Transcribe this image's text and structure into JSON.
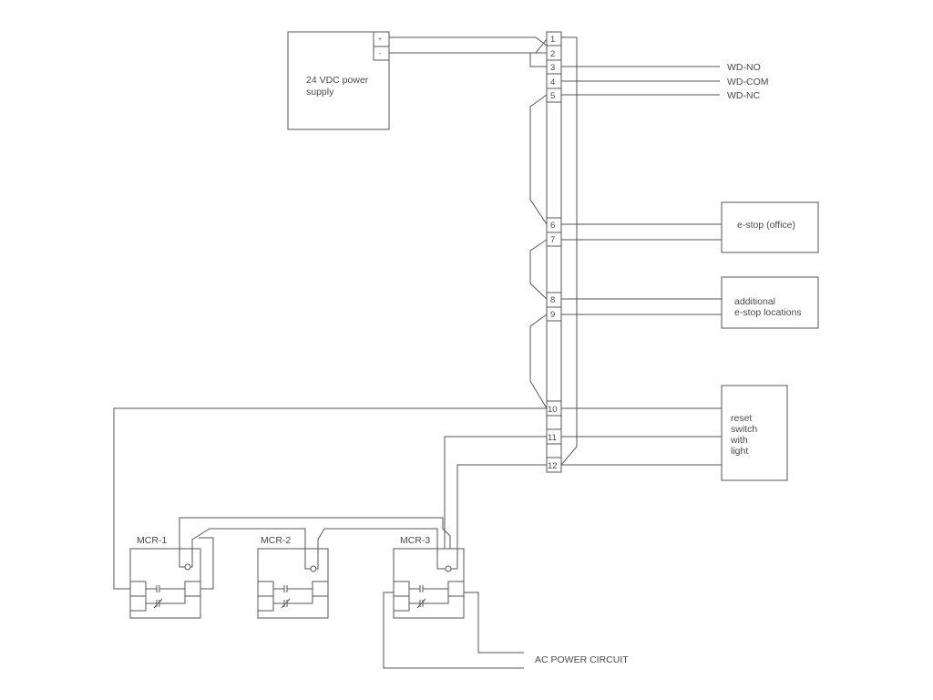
{
  "power_supply": {
    "label_line1": "24 VDC power",
    "label_line2": "supply",
    "plus": "+",
    "minus": "-"
  },
  "terminals": [
    "1",
    "2",
    "3",
    "4",
    "5",
    "6",
    "7",
    "8",
    "9",
    "10",
    "11",
    "12"
  ],
  "outputs": {
    "wd_no": "WD-NO",
    "wd_com": "WD-COM",
    "wd_nc": "WD-NC"
  },
  "estop_office": "e-stop (office)",
  "additional": {
    "line1": "additional",
    "line2": "e-stop locations"
  },
  "reset": {
    "line1": "reset",
    "line2": "switch",
    "line3": "with",
    "line4": "light"
  },
  "relays": [
    "MCR-1",
    "MCR-2",
    "MCR-3"
  ],
  "ac_power": "AC POWER CIRCUIT"
}
